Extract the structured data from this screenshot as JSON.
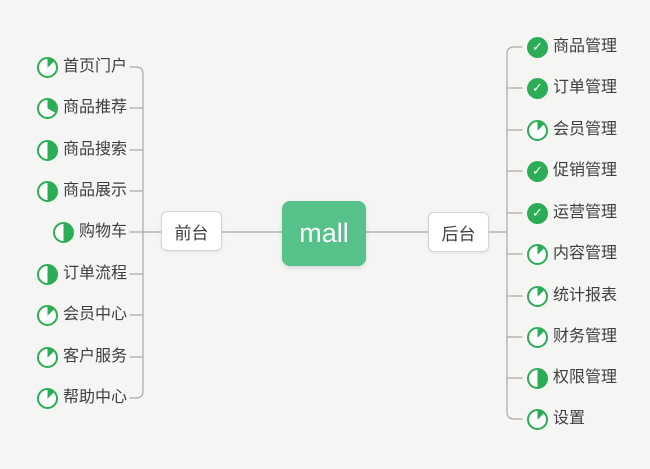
{
  "colors": {
    "background": "#f5f5f3",
    "icon_green": "#2aad56",
    "root_node_bg": "#56c189",
    "root_node_text": "#ffffff",
    "branch_node_border": "#d4d4d4",
    "label_text": "#3e3e3e",
    "connector_line": "#a9a9a9"
  },
  "icons": {
    "check_glyph": "✓"
  },
  "root": {
    "label": "mall"
  },
  "branches": {
    "front": {
      "label": "前台",
      "items": [
        {
          "label": "首页门户",
          "icon": "progress-pie",
          "progress": 0.125
        },
        {
          "label": "商品推荐",
          "icon": "progress-pie",
          "progress": 0.33
        },
        {
          "label": "商品搜索",
          "icon": "progress-pie",
          "progress": 0.5
        },
        {
          "label": "商品展示",
          "icon": "progress-pie",
          "progress": 0.5
        },
        {
          "label": "购物车",
          "icon": "progress-pie",
          "progress": 0.5
        },
        {
          "label": "订单流程",
          "icon": "progress-pie",
          "progress": 0.5
        },
        {
          "label": "会员中心",
          "icon": "progress-pie",
          "progress": 0.125
        },
        {
          "label": "客户服务",
          "icon": "progress-pie",
          "progress": 0.125
        },
        {
          "label": "帮助中心",
          "icon": "progress-pie",
          "progress": 0.125
        }
      ]
    },
    "back": {
      "label": "后台",
      "items": [
        {
          "label": "商品管理",
          "icon": "check-circle"
        },
        {
          "label": "订单管理",
          "icon": "check-circle"
        },
        {
          "label": "会员管理",
          "icon": "progress-pie",
          "progress": 0.125
        },
        {
          "label": "促销管理",
          "icon": "check-circle"
        },
        {
          "label": "运营管理",
          "icon": "check-circle"
        },
        {
          "label": "内容管理",
          "icon": "progress-pie",
          "progress": 0.125
        },
        {
          "label": "统计报表",
          "icon": "progress-pie",
          "progress": 0.125
        },
        {
          "label": "财务管理",
          "icon": "progress-pie",
          "progress": 0.125
        },
        {
          "label": "权限管理",
          "icon": "progress-pie",
          "progress": 0.5
        },
        {
          "label": "设置",
          "icon": "progress-pie",
          "progress": 0.125
        }
      ]
    }
  }
}
